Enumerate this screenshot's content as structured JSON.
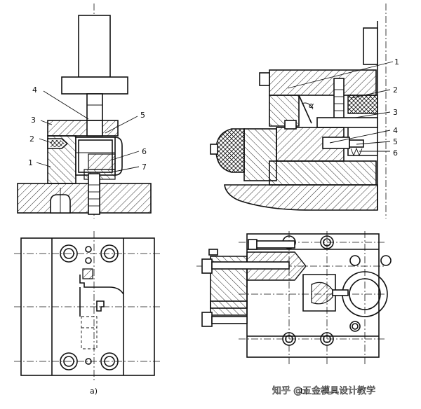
{
  "figure_a": {
    "label": "a)",
    "parts": [
      "1",
      "2",
      "3",
      "4",
      "5",
      "6",
      "7"
    ]
  },
  "figure_b": {
    "label": "b)",
    "parts": [
      "1",
      "2",
      "3",
      "4",
      "5",
      "6"
    ],
    "angle_symbol": "α"
  },
  "watermark": {
    "text": "知乎 @五金模具设计教学"
  },
  "colors": {
    "line": "#111111",
    "background": "#ffffff"
  }
}
